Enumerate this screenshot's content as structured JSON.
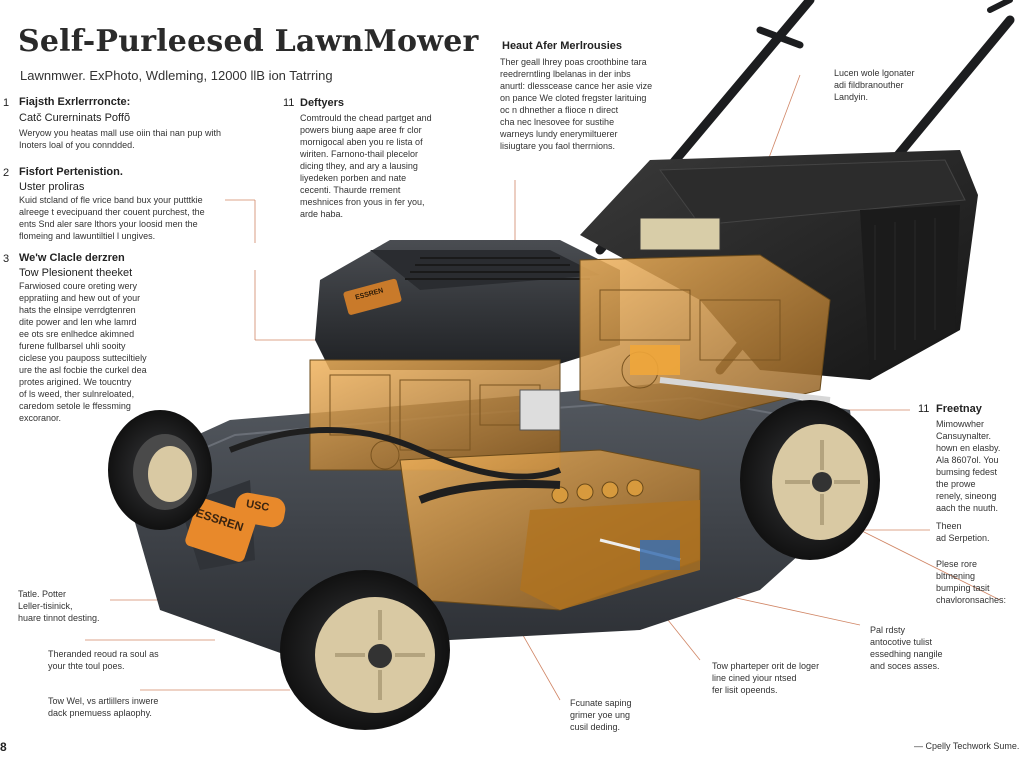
{
  "header": {
    "title": "Self-Purleesed LawnMower",
    "subtitle": "Lawnmwer. ExPhoto, Wdleming, 12000 llB ion Tatrring"
  },
  "callouts_left": [
    {
      "number": "1",
      "heading": "Fiajsth Exrlerrroncte:",
      "subheading": "Catč Curerninats Poffõ",
      "lines": [
        "Werуow you heatas mall use oiin thai nan pup with",
        "Inoters loal of you conndded."
      ]
    },
    {
      "number": "2",
      "heading": "Fisfort Pertenistion.",
      "subheading": "Uster proliras",
      "lines": [
        "Kuid stcland of fle vrice band bux your putttkie",
        "alreege t evecipuand ther couent purchest, the",
        "ents Snd aler sare lthors your loosid men the",
        "flomeing and lawuntiltiel l ungives."
      ]
    },
    {
      "number": "3",
      "heading": "We'w Clacle derzren",
      "subheading": "Tow Plesionent theeket",
      "lines": [
        "Farwiosed coure oreting wery",
        "eppratiing and hew out of your",
        "hats the elnsipe verrdgtenren",
        "dite power and len whe lamrd",
        "ee ots sre enlhedce akimned",
        "furene fullbarsel uhli sooity",
        "ciclese you pauposs sutteciltiely",
        "ure the asl focbie the curkel dea",
        "protes arigined. We toucntry",
        "of ls weed, ther sulnreloated,",
        "caredom setole le ffessming",
        "excoranor."
      ]
    }
  ],
  "callout_top_mid": {
    "number": "11",
    "heading": "Deftyers",
    "lines": [
      "Comtrould the chead partget and",
      "powers biung aape aree fr clor",
      "mornigocal aben you re lista of",
      "wiriten. Farnono-thail plecelor",
      "dicing tlhey, and ary a lausing",
      "liyedeken porben and nate",
      "cecenti. Thaurde rrement",
      "meshnices fron yous in fer you,",
      "arde haba."
    ]
  },
  "callout_top_right": {
    "heading": "Heaut Afer Merlrousies",
    "lines": [
      "Ther geall lhrey poas croothbine tara",
      "reedrerntling lbelanas in der inbs",
      "anurtl: dlesscease cance her asie vize",
      "on pance We cloted fregster larituing",
      "oc n dhnether a flioce n direct",
      "cha nec lnesovee for sustihe",
      "warneys lundy enerymiltuerer",
      "lisiugtare you faol therrnions."
    ]
  },
  "callout_far_right": {
    "lines": [
      "Lucen wole lgonater",
      "adi fildbranouther",
      "Landyin."
    ]
  },
  "callout_right_mid": {
    "number": "11",
    "heading": "Freetnay",
    "lines": [
      "Mimowwher",
      "Cansuynalter.",
      "hown en elasby.",
      "Ala 8607ol. You",
      "bumsing fedest",
      "the prowe",
      "renely, sineong",
      "aach the nuuth."
    ]
  },
  "callout_right_2": {
    "lines": [
      "Theen",
      "ad Serpetion."
    ]
  },
  "callout_right_3": {
    "lines": [
      "Plese rore",
      "bltmening",
      "bumping tasit",
      "chavloronsaches:"
    ]
  },
  "callout_right_4": {
    "lines": [
      "Pal rdsty",
      "antocotive tulist",
      "essedhing nangile",
      "and soces asses."
    ]
  },
  "callout_bottom_mid1": {
    "lines": [
      "Tow pharteper orit de loger",
      "line cined yiour ntsed",
      "fer lisit opeends."
    ]
  },
  "callout_bottom_mid2": {
    "lines": [
      "Fcunate saping",
      "grimer yoe ung",
      "cusil deding."
    ]
  },
  "callout_bottom_left": [
    {
      "lines": [
        "Tatle. Potter",
        "Leller-tisinick,",
        "huare tinnot desting."
      ]
    },
    {
      "lines": [
        "Theranded reoud ra soul as",
        "your thte toul poes."
      ]
    },
    {
      "lines": [
        "Tow Wel, vs artlillers inwere",
        "dack pnemuess aplaophy."
      ]
    }
  ],
  "mower": {
    "badge_side": "ESSREN",
    "badge_front": "USC",
    "engine_label": "ESSREN",
    "colors": {
      "body": "#3d4147",
      "body_dark": "#26292d",
      "accent": "#e8892b",
      "wheel_hub": "#d9c9a3",
      "tire": "#1b1c1e",
      "engine_cut": "#c9872f"
    }
  },
  "footer": {
    "page_number": "8",
    "credit": "— Cpelly Techwork Sume."
  }
}
